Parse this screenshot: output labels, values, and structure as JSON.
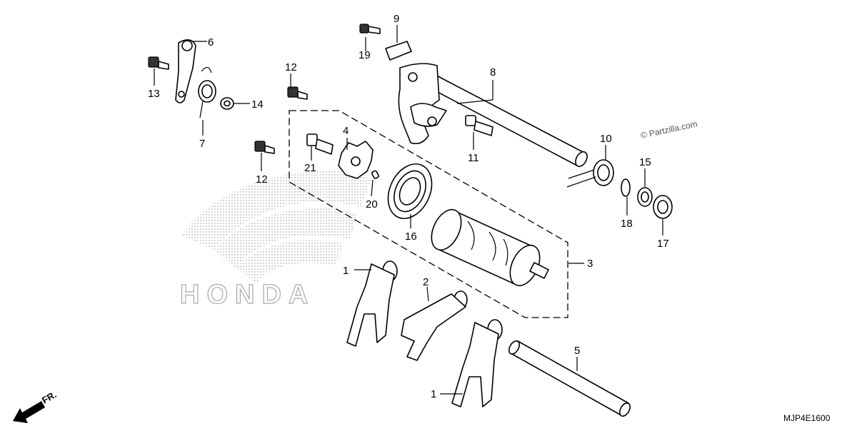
{
  "watermark": {
    "brand_text": "HONDA"
  },
  "copyright": "© Partzilla.com",
  "diagram_code": "MJP4E1600",
  "front_marker": "FR.",
  "callouts": [
    {
      "id": "c1a",
      "label": "1"
    },
    {
      "id": "c1b",
      "label": "1"
    },
    {
      "id": "c2",
      "label": "2"
    },
    {
      "id": "c3",
      "label": "3"
    },
    {
      "id": "c4",
      "label": "4"
    },
    {
      "id": "c5",
      "label": "5"
    },
    {
      "id": "c6",
      "label": "6"
    },
    {
      "id": "c7",
      "label": "7"
    },
    {
      "id": "c8",
      "label": "8"
    },
    {
      "id": "c9",
      "label": "9"
    },
    {
      "id": "c10",
      "label": "10"
    },
    {
      "id": "c11",
      "label": "11"
    },
    {
      "id": "c12a",
      "label": "12"
    },
    {
      "id": "c12b",
      "label": "12"
    },
    {
      "id": "c13",
      "label": "13"
    },
    {
      "id": "c14",
      "label": "14"
    },
    {
      "id": "c15",
      "label": "15"
    },
    {
      "id": "c16",
      "label": "16"
    },
    {
      "id": "c17",
      "label": "17"
    },
    {
      "id": "c18",
      "label": "18"
    },
    {
      "id": "c19",
      "label": "19"
    },
    {
      "id": "c20",
      "label": "20"
    },
    {
      "id": "c21",
      "label": "21"
    }
  ],
  "colors": {
    "line": "#000000",
    "watermark": "#bdbdbd",
    "background": "#ffffff"
  }
}
